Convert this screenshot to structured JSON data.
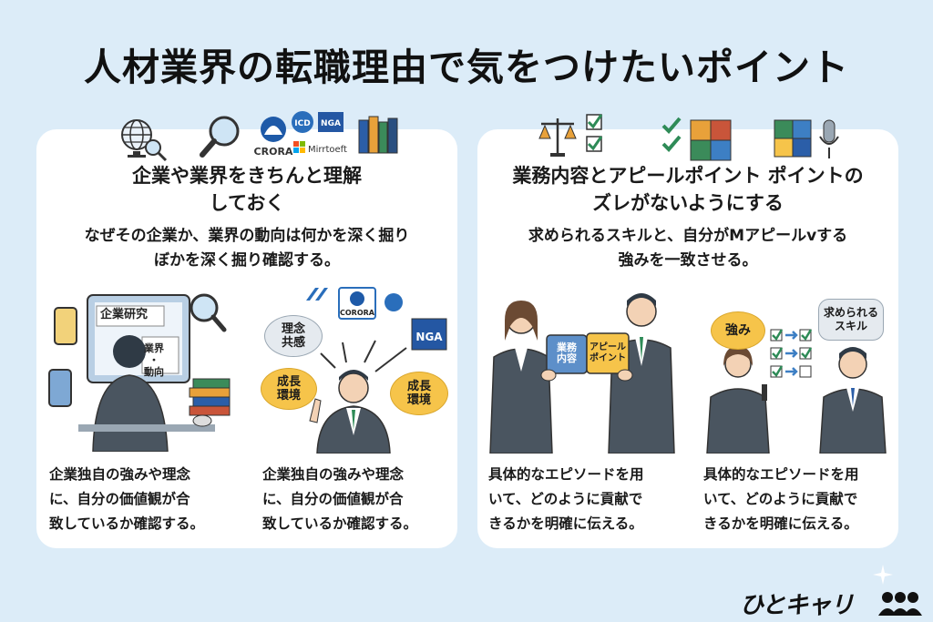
{
  "title": "人材業界の転職理由で気をつけたいポイント",
  "left": {
    "heading_line1": "企業や業界をきちんと理解",
    "heading_line2": "しておく",
    "sub_line1": "なぜその企業か、業界の動向は何かを深く掘り",
    "sub_line2": "ぼかを深く掘り確認する。",
    "monitor_label": "企業研究",
    "paper_line1": "業界",
    "paper_line2": "・",
    "paper_line3": "動向",
    "bubble_rinen_1": "理念",
    "bubble_rinen_2": "共感",
    "bubble_seicho_1": "成長",
    "bubble_seicho_2": "環境",
    "bubble_seicho2_1": "成長",
    "bubble_seicho2_2": "環境",
    "logos": {
      "corora": "CRORA",
      "corora_card": "CORORA",
      "nga": "NGA",
      "microsoft": "Mirrtoeft",
      "icd": "ICD"
    },
    "caption_a": [
      "企業独自の強みや理念",
      "に、自分の価値観が合",
      "致しているか確認する。"
    ],
    "caption_b": [
      "企業独自の強みや理念",
      "に、自分の価値観が合",
      "致しているか確認する。"
    ]
  },
  "right": {
    "heading_line1": "業務内容とアピールポイント ポイントの",
    "heading_line2": "ズレがないようにする",
    "sub_line1": "求められるスキルと、自分がMアピールvする",
    "sub_line2": "強みを一致させる。",
    "puzzle_left_1": "業務",
    "puzzle_left_2": "内容",
    "puzzle_right_1": "アピール",
    "puzzle_right_2": "ポイント",
    "bubble_strength": "強み",
    "bubble_skill_1": "求められる",
    "bubble_skill_2": "スキル",
    "caption_a": [
      "具体的なエピソードを用",
      "いて、どのように貢献で",
      "きるかを明確に伝える。"
    ],
    "caption_b": [
      "具体的なエピソードを用",
      "いて、どのように貢献で",
      "きるかを明確に伝える。"
    ]
  },
  "brand": "ひとキャリ",
  "colors": {
    "background": "#dcecf8",
    "panel": "#ffffff",
    "accent_yellow": "#f6c44a",
    "suit": "#4a5560",
    "check_green": "#2e8b57"
  }
}
